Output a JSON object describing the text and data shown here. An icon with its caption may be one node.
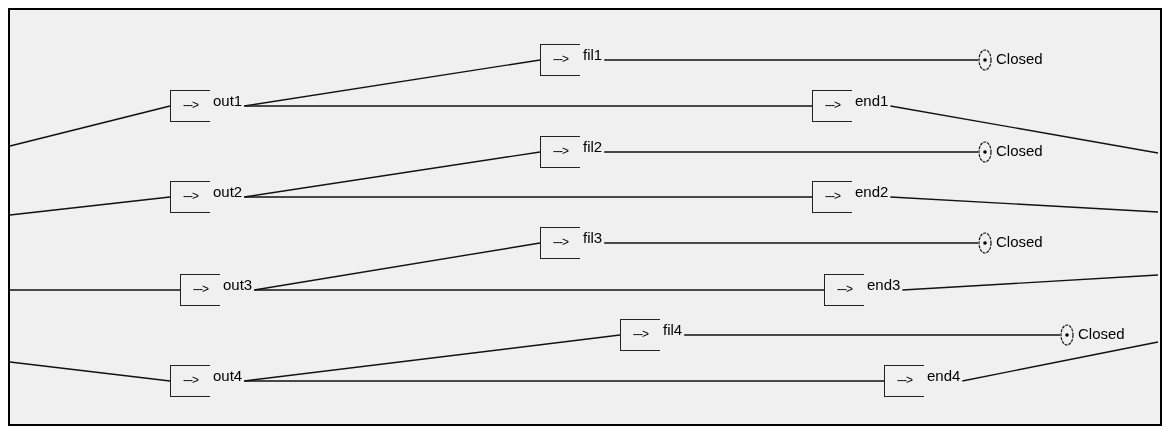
{
  "diagram": {
    "nodes": [
      {
        "text": [
          "--->"
        ],
        "beside": [
          "out1"
        ]
      },
      {
        "text": [
          "--->"
        ],
        "beside": [
          "fil1"
        ]
      },
      {
        "text": [],
        "shape": "circle",
        "beside": [
          "Closed"
        ]
      },
      {
        "text": [
          "--->"
        ],
        "beside": [
          "end1"
        ]
      },
      {
        "text": [
          "--->"
        ],
        "beside": [
          "out2"
        ]
      },
      {
        "text": [
          "--->"
        ],
        "beside": [
          "fil2"
        ]
      },
      {
        "text": [],
        "shape": "circle",
        "beside": [
          "Closed"
        ]
      },
      {
        "text": [
          "--->"
        ],
        "beside": [
          "end2"
        ]
      },
      {
        "text": [
          "--->"
        ],
        "beside": [
          "out3"
        ]
      },
      {
        "text": [
          "--->"
        ],
        "beside": [
          "fil3"
        ]
      },
      {
        "text": [],
        "shape": "circle",
        "beside": [
          "Closed"
        ]
      },
      {
        "text": [
          "--->"
        ],
        "beside": [
          "end3"
        ]
      },
      {
        "text": [
          "--->"
        ],
        "beside": [
          "out4"
        ]
      },
      {
        "text": [
          "--->"
        ],
        "beside": [
          "fil4"
        ]
      },
      {
        "text": [],
        "shape": "circle",
        "beside": [
          "Closed"
        ]
      },
      {
        "text": [
          "--->"
        ],
        "beside": [
          "end4"
        ]
      }
    ],
    "edges": [
      {
        "from": null,
        "to": 0,
        "arrow": "none"
      },
      {
        "from": 0,
        "to": 1,
        "arrow": "none"
      },
      {
        "from": 0,
        "to": 3,
        "arrow": "none"
      },
      {
        "from": 1,
        "to": 2,
        "arrow": "none"
      },
      {
        "from": 3,
        "to": null,
        "arrow": "none"
      },
      {
        "from": null,
        "to": 4,
        "arrow": "none"
      },
      {
        "from": 4,
        "to": 5,
        "arrow": "none"
      },
      {
        "from": 4,
        "to": 7,
        "arrow": "none"
      },
      {
        "from": 5,
        "to": 6,
        "arrow": "none"
      },
      {
        "from": 7,
        "to": null,
        "arrow": "none"
      },
      {
        "from": null,
        "to": 8,
        "arrow": "none"
      },
      {
        "from": 8,
        "to": 9,
        "arrow": "none"
      },
      {
        "from": 8,
        "to": 11,
        "arrow": "none"
      },
      {
        "from": 9,
        "to": 10,
        "arrow": "none"
      },
      {
        "from": 11,
        "to": null,
        "arrow": "none"
      },
      {
        "from": null,
        "to": 12,
        "arrow": "none"
      },
      {
        "from": 12,
        "to": 13,
        "arrow": "none"
      },
      {
        "from": 12,
        "to": 15,
        "arrow": "none"
      },
      {
        "from": 13,
        "to": 14,
        "arrow": "none"
      },
      {
        "from": 15,
        "to": null,
        "arrow": "none"
      }
    ]
  }
}
